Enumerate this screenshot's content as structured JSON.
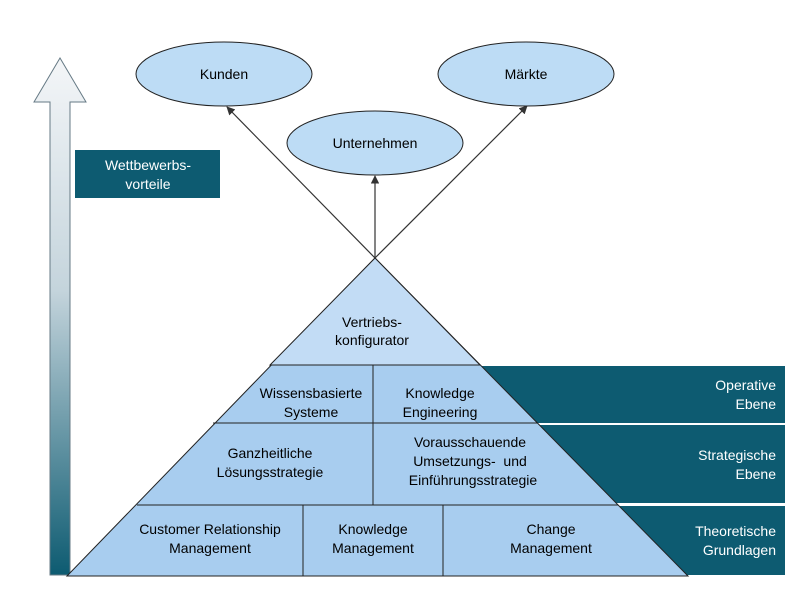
{
  "diagram": {
    "arrow_label": [
      "Wettbewerbs-",
      "vorteile"
    ],
    "targets": {
      "kunden": "Kunden",
      "maerkte": "Märkte",
      "unternehmen": "Unternehmen"
    },
    "pyramid": {
      "apex": [
        "Vertriebs-",
        "konfigurator"
      ],
      "operative": {
        "left": [
          "Wissensbasierte",
          "Systeme"
        ],
        "right": [
          "Knowledge",
          "Engineering"
        ]
      },
      "strategic": {
        "left": [
          "Ganzheitliche",
          "Lösungsstrategie"
        ],
        "right": [
          "Vorausschauende",
          "Umsetzungs-  und",
          "Einführungsstrategie"
        ]
      },
      "base": {
        "left": [
          "Customer Relationship",
          "Management"
        ],
        "middle": [
          "Knowledge",
          "Management"
        ],
        "right": [
          "Change",
          "Management"
        ]
      }
    },
    "levels": {
      "operative": [
        "Operative",
        "Ebene"
      ],
      "strategic": [
        "Strategische",
        "Ebene"
      ],
      "theoretical": [
        "Theoretische",
        "Grundlagen"
      ]
    },
    "colors": {
      "pyramid_fill": "#a8cdef",
      "apex_fill": "#c2dcf5",
      "ellipse_fill": "#bddcf5",
      "band_fill": "#0d5b71",
      "line": "#333333"
    }
  }
}
